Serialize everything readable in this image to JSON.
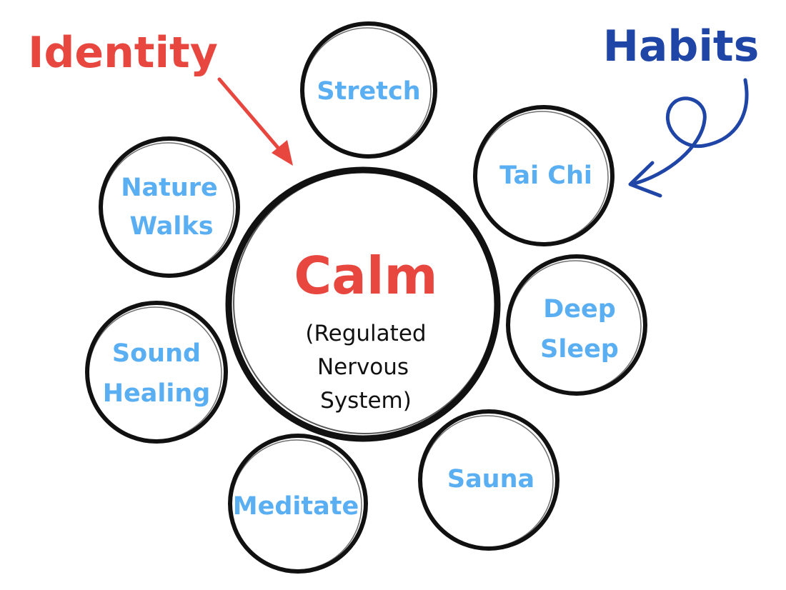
{
  "identity_label": "Identity",
  "habits_label": "Habits",
  "center": {
    "title": "Calm",
    "subtitle_lines": [
      "(Regulated",
      "Nervous",
      "System)"
    ]
  },
  "habits": [
    {
      "id": "stretch",
      "lines": [
        "Stretch"
      ]
    },
    {
      "id": "tai-chi",
      "lines": [
        "Tai Chi"
      ]
    },
    {
      "id": "deep-sleep",
      "lines": [
        "Deep",
        "Sleep"
      ]
    },
    {
      "id": "sauna",
      "lines": [
        "Sauna"
      ]
    },
    {
      "id": "meditate",
      "lines": [
        "Meditate"
      ]
    },
    {
      "id": "sound-healing",
      "lines": [
        "Sound",
        "Healing"
      ]
    },
    {
      "id": "nature-walks",
      "lines": [
        "Nature",
        "Walks"
      ]
    }
  ],
  "colors": {
    "identity": "#e8473f",
    "habits": "#1f45a6",
    "habit_text": "#5aaef2",
    "center_title": "#e8473f",
    "ink": "#111111"
  }
}
